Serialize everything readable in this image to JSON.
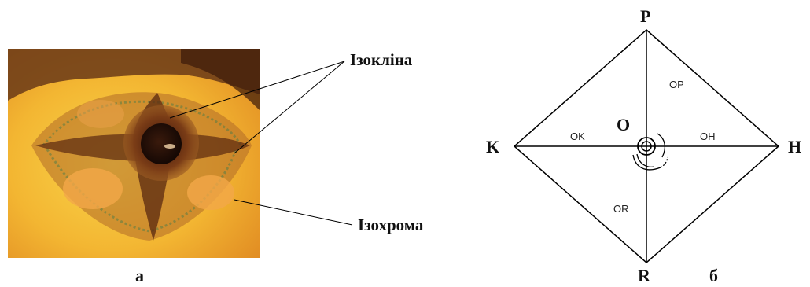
{
  "panel_a": {
    "label": "а",
    "callout_isoclinic": "Ізокліна",
    "callout_isochrome": "Ізохрома"
  },
  "panel_b": {
    "label": "б",
    "vertices": {
      "top": "P",
      "left": "K",
      "right": "H",
      "bottom": "R"
    },
    "center": "O",
    "segments": {
      "op": "OP",
      "ok": "OK",
      "oh": "OH",
      "or": "OR"
    }
  },
  "colors": {
    "photo_bright": "#f7c23a",
    "photo_mid": "#e39a2c",
    "photo_dark": "#5a2810",
    "line": "#000000"
  }
}
